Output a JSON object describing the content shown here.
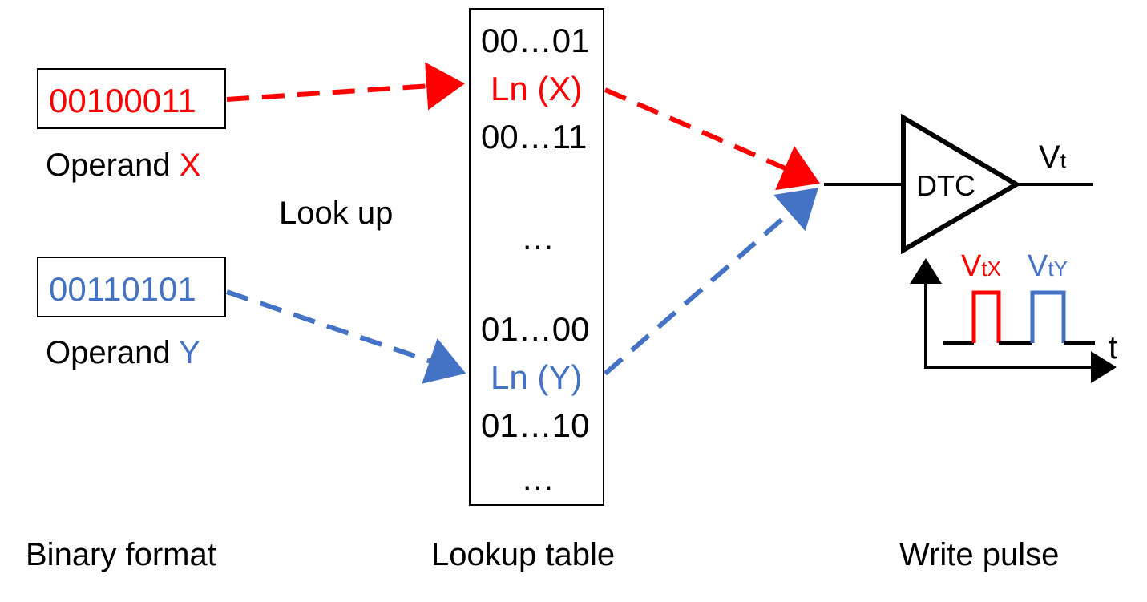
{
  "binary": {
    "x_value": "00100011",
    "x_label_prefix": "Operand ",
    "x_label_var": "X",
    "y_value": "00110101",
    "y_label_prefix": "Operand ",
    "y_label_var": "Y",
    "lookup_text": "Look up"
  },
  "table": {
    "rows": [
      "00…01",
      "Ln (X)",
      "00…11",
      "…",
      "01…00",
      "Ln (Y)",
      "01…10",
      "…"
    ]
  },
  "dtc": {
    "label": "DTC",
    "out_main": "V",
    "out_sub": "t",
    "pulse_x_main": "V",
    "pulse_x_sub": "tX",
    "pulse_y_main": "V",
    "pulse_y_sub": "tY",
    "axis_t": "t"
  },
  "captions": {
    "left": "Binary format",
    "middle": "Lookup table",
    "right": "Write pulse"
  },
  "colors": {
    "x": "#ff0000",
    "y": "#4472c4",
    "line": "#000000"
  }
}
